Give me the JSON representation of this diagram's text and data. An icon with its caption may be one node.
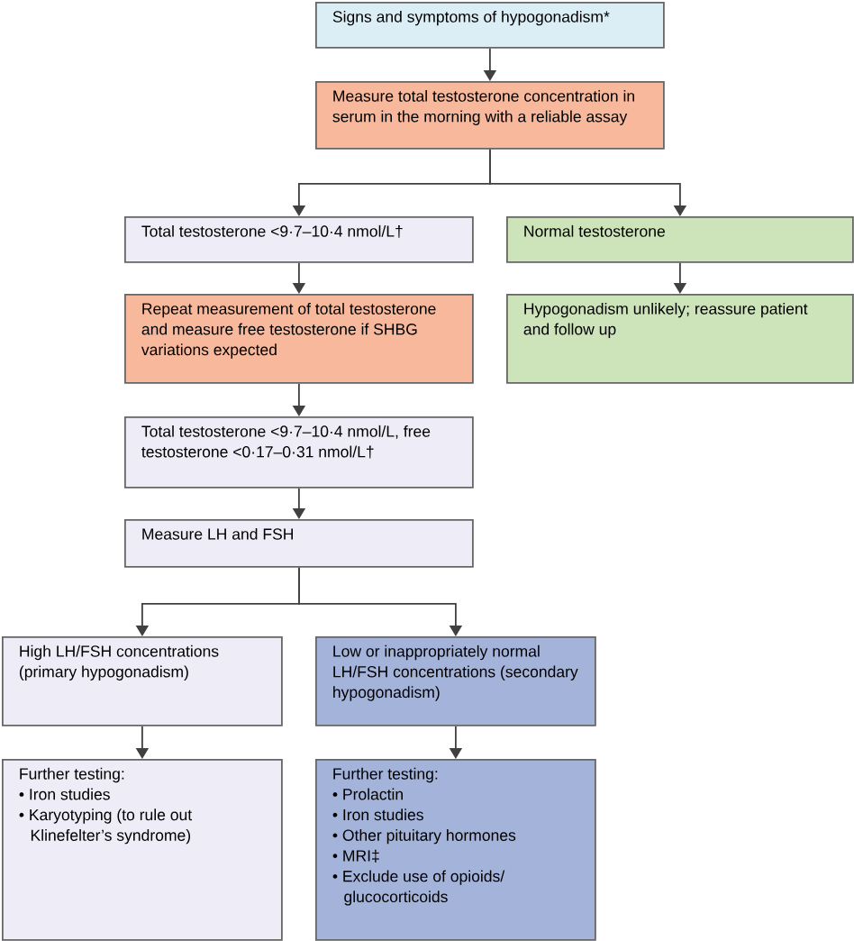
{
  "diagram": {
    "nodes": [
      {
        "text": [
          "Signs and symptoms of hypogonadism*"
        ]
      },
      {
        "text": [
          "Measure total testosterone concentration in serum in the morning with a reliable assay"
        ]
      },
      {
        "text": [
          "Total testosterone <9·7–10·4 nmol/L†"
        ]
      },
      {
        "text": [
          "Normal testosterone"
        ]
      },
      {
        "text": [
          "Repeat measurement of total testosterone and measure free testosterone if SHBG variations expected"
        ]
      },
      {
        "text": [
          "Hypogonadism unlikely; reassure patient and follow up"
        ]
      },
      {
        "text": [
          "Total testosterone <9·7–10·4 nmol/L, free testosterone <0·17–0·31 nmol/L†"
        ]
      },
      {
        "text": [
          "Measure LH and FSH"
        ]
      },
      {
        "text": [
          "High LH/FSH concentrations (primary hypogonadism)"
        ]
      },
      {
        "text": [
          "Low or inappropriately normal LH/FSH concentrations (secondary hypogonadism)"
        ]
      },
      {
        "text": [
          "Further testing:",
          "• Iron studies",
          "• Karyotyping (to rule out Klinefelter’s syndrome)"
        ]
      },
      {
        "text": [
          "Further testing:",
          "• Prolactin",
          "• Iron studies",
          "• Other pituitary hormones",
          "• MRI‡",
          "• Exclude use of opioids/ glucocorticoids"
        ]
      }
    ],
    "edges": [
      {
        "from": 0,
        "to": 1,
        "arrow": "to"
      },
      {
        "from": 1,
        "to": 2,
        "arrow": "to"
      },
      {
        "from": 1,
        "to": 3,
        "arrow": "to"
      },
      {
        "from": 2,
        "to": 4,
        "arrow": "to"
      },
      {
        "from": 3,
        "to": 5,
        "arrow": "to"
      },
      {
        "from": 4,
        "to": 6,
        "arrow": "to"
      },
      {
        "from": 6,
        "to": 7,
        "arrow": "to"
      },
      {
        "from": 7,
        "to": 8,
        "arrow": "to"
      },
      {
        "from": 7,
        "to": 9,
        "arrow": "to"
      },
      {
        "from": 8,
        "to": 10,
        "arrow": "to"
      },
      {
        "from": 9,
        "to": 11,
        "arrow": "to"
      }
    ]
  }
}
